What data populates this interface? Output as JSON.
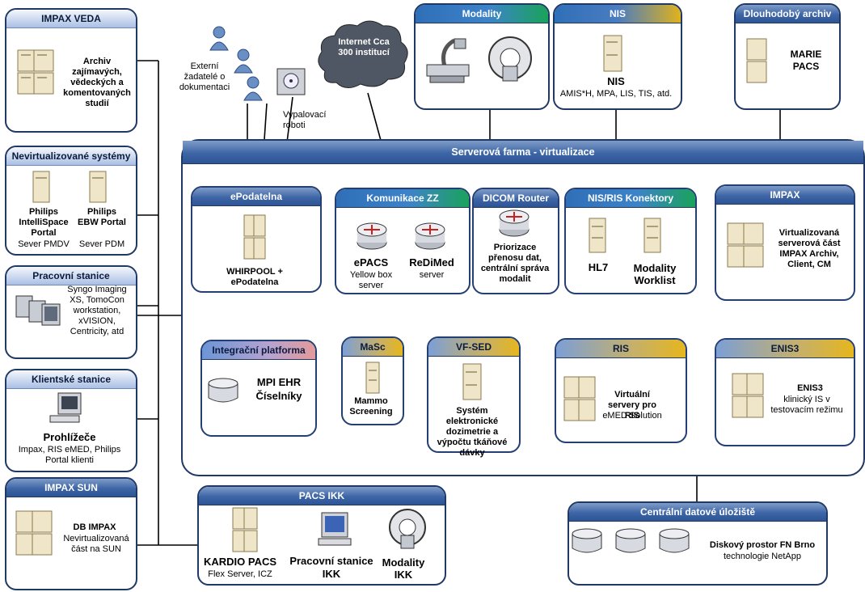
{
  "left": {
    "impax_veda": {
      "title": "IMPAX VEDA",
      "desc": "Archiv zajímavých, vědeckých a komentovaných studií"
    },
    "nevirt": {
      "title": "Nevirtualizované systémy",
      "item1": {
        "name": "Philips IntelliSpace Portal",
        "sub": "Sever PMDV"
      },
      "item2": {
        "name": "Philips EBW Portal",
        "sub": "Sever PDM"
      }
    },
    "pracovni": {
      "title": "Pracovní stanice",
      "desc": "Syngo Imaging XS, TomoCon workstation, xVISION, Centricity, atd"
    },
    "klientske": {
      "title": "Klientské stanice",
      "name": "Prohlížeče",
      "desc": "Impax, RIS eMED, Philips Portal klienti"
    },
    "impax_sun": {
      "title": "IMPAX SUN",
      "name": "DB IMPAX",
      "desc": "Nevirtualizovaná část na SUN"
    }
  },
  "top": {
    "externi": "Externí žadatelé o dokumentaci",
    "roboti": "Vypalovací roboti",
    "internet": "Internet Cca 300 institucí",
    "modality": {
      "title": "Modality"
    },
    "nis": {
      "title": "NIS",
      "name": "NIS",
      "desc": "AMIS*H, MPA, LIS, TIS, atd."
    },
    "archiv": {
      "title": "Dlouhodobý archiv",
      "name": "MARIE PACS"
    }
  },
  "farm": {
    "title": "Serverová farma - virtualizace",
    "epodatelna": {
      "title": "ePodatelna",
      "name": "WHIRPOOL + ePodatelna"
    },
    "komunikace": {
      "title": "Komunikace ZZ",
      "epacs": "ePACS",
      "epacs_sub": "Yellow box server",
      "redimed": "ReDiMed",
      "redimed_sub": "server"
    },
    "dicom": {
      "title": "DICOM Router",
      "desc": "Priorizace přenosu dat, centrální správa modalit"
    },
    "nisris": {
      "title": "NIS/RIS Konektory",
      "hl7": "HL7",
      "worklist": "Modality Worklist"
    },
    "impax": {
      "title": "IMPAX",
      "desc": "Virtualizovaná serverová část IMPAX Archiv, Client, CM"
    },
    "integracni": {
      "title": "Integrační platforma",
      "desc": "MPI EHR Číselníky"
    },
    "masc": {
      "title": "MaSc",
      "desc": "Mammo Screening"
    },
    "vfsed": {
      "title": "VF-SED",
      "desc": "Systém elektronické dozimetrie a výpočtu tkáňové dávky"
    },
    "ris": {
      "title": "RIS",
      "desc": "Virtuální servery pro RIS",
      "sub": "eMED Solution"
    },
    "enis3": {
      "title": "ENIS3",
      "name": "ENIS3",
      "desc": "klinický IS v testovacím režimu"
    }
  },
  "bottom": {
    "pacs_ikk": {
      "title": "PACS IKK",
      "kardio": "KARDIO PACS",
      "kardio_sub": "Flex Server, ICZ",
      "stanice": "Pracovní stanice IKK",
      "modality": "Modality IKK"
    },
    "uloziste": {
      "title": "Centrální datové úložiště",
      "name": "Diskový prostor FN Brno",
      "desc": "technologie NetApp"
    }
  },
  "colors": {
    "frame": "#1f3864",
    "header": "#3e66a6",
    "green": "#19a35a",
    "gold": "#e0b21d",
    "pink": "#e49a9a"
  }
}
